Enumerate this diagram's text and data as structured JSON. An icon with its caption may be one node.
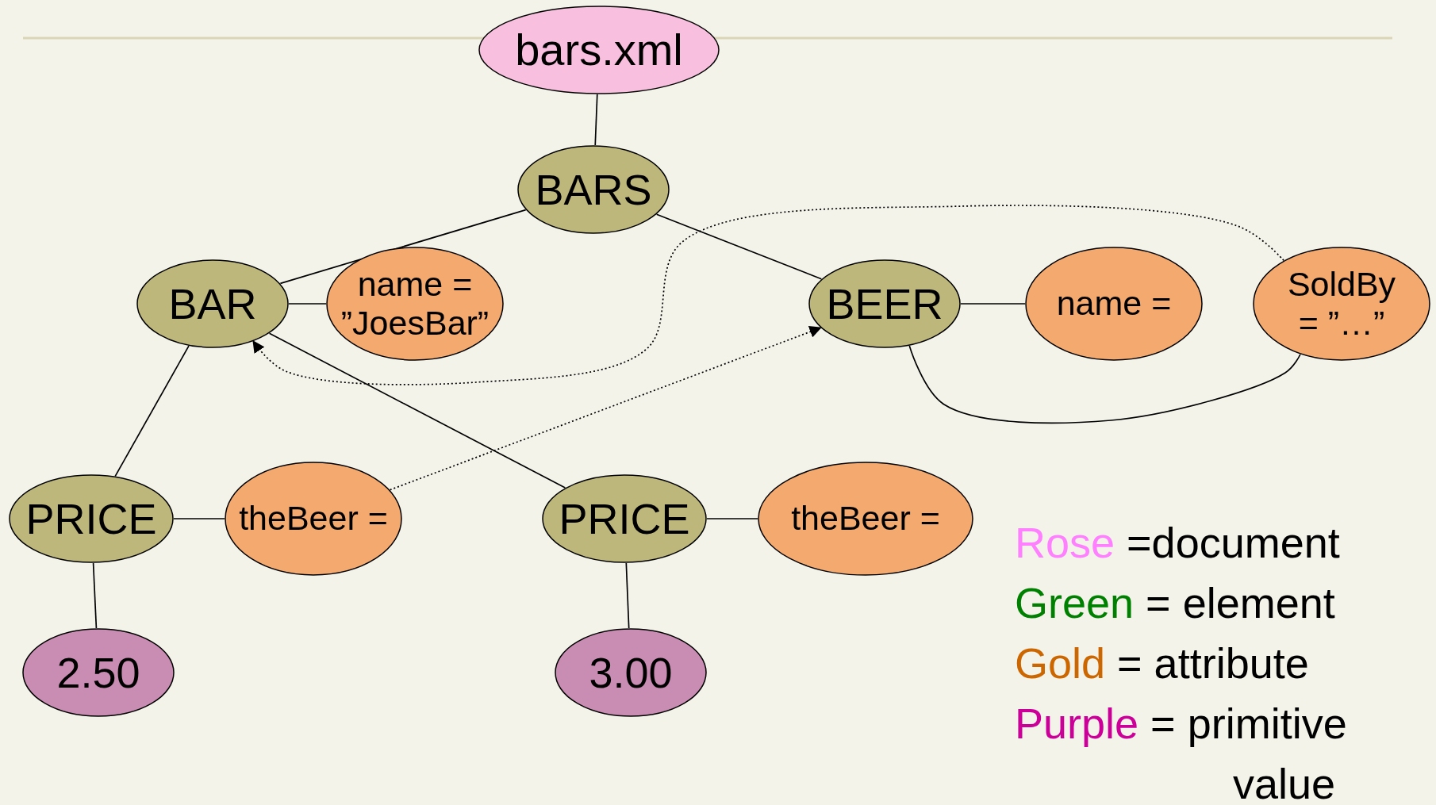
{
  "diagram": {
    "nodes": [
      {
        "text": [
          "bars.xml"
        ]
      },
      {
        "text": [
          "BARS"
        ]
      },
      {
        "text": [
          "BAR"
        ]
      },
      {
        "text": [
          "name = ”JoesBar”"
        ]
      },
      {
        "text": [
          "BEER"
        ]
      },
      {
        "text": [
          "name ="
        ]
      },
      {
        "text": [
          "SoldBy = ”…”"
        ]
      },
      {
        "text": [
          "PRICE"
        ]
      },
      {
        "text": [
          "theBeer ="
        ]
      },
      {
        "text": [
          "PRICE"
        ]
      },
      {
        "text": [
          "theBeer ="
        ]
      },
      {
        "text": [
          "2.50"
        ]
      },
      {
        "text": [
          "3.00"
        ]
      }
    ],
    "edges": [
      {
        "from": 0,
        "to": 1,
        "arrow": "none"
      },
      {
        "from": 1,
        "to": 2,
        "arrow": "none"
      },
      {
        "from": 1,
        "to": 4,
        "arrow": "none"
      },
      {
        "from": 2,
        "to": 3,
        "arrow": "none"
      },
      {
        "from": 4,
        "to": 5,
        "arrow": "none"
      },
      {
        "from": 4,
        "to": 6,
        "arrow": "none"
      },
      {
        "from": 2,
        "to": 7,
        "arrow": "none"
      },
      {
        "from": 2,
        "to": 9,
        "arrow": "none"
      },
      {
        "from": 7,
        "to": 8,
        "arrow": "none"
      },
      {
        "from": 9,
        "to": 10,
        "arrow": "none"
      },
      {
        "from": 7,
        "to": 11,
        "arrow": "none"
      },
      {
        "from": 9,
        "to": 12,
        "arrow": "none"
      },
      {
        "from": 8,
        "to": 4,
        "arrow": "to",
        "style": "dashed"
      },
      {
        "from": 6,
        "to": 2,
        "arrow": "to",
        "style": "dashed"
      }
    ],
    "legend": [
      {
        "text": "Rose =document",
        "color": "#ff80ff"
      },
      {
        "text": "Green = element",
        "color": "#008000"
      },
      {
        "text": "Gold = attribute",
        "color": "#cc6600"
      },
      {
        "text": "Purple = primitive value",
        "color": "#cc0099"
      }
    ]
  }
}
